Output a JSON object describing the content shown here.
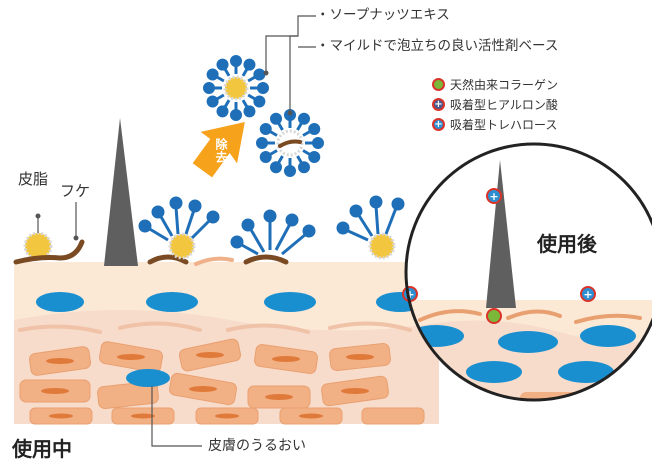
{
  "labels": {
    "sebum": "皮脂",
    "dandruff": "フケ",
    "moisture": "皮膚のうるおい",
    "during": "使用中",
    "after": "使用後",
    "remove_badge": "除去"
  },
  "ingredients": [
    "・ソープナッツエキス",
    "・マイルドで泡立ちの良い活性剤ベース"
  ],
  "legend": [
    {
      "label": "天然由来コラーゲン",
      "kind": "green"
    },
    {
      "label": "吸着型ヒアルロン酸",
      "kind": "navy"
    },
    {
      "label": "吸着型トレハロース",
      "kind": "blue"
    }
  ],
  "colors": {
    "skin_base": "#fbe9d6",
    "skin_pink": "#f4d2c1",
    "cell_orange": "#f2b085",
    "cell_dark": "#e07a3a",
    "moisture_blue": "#1a8fd0",
    "surfactant_blue": "#1f6fb8",
    "sebum_yellow": "#f3c63f",
    "hair_gray": "#5f5f5f",
    "flake_brown": "#7a4a23",
    "arrow_orange": "#f7a21b"
  }
}
